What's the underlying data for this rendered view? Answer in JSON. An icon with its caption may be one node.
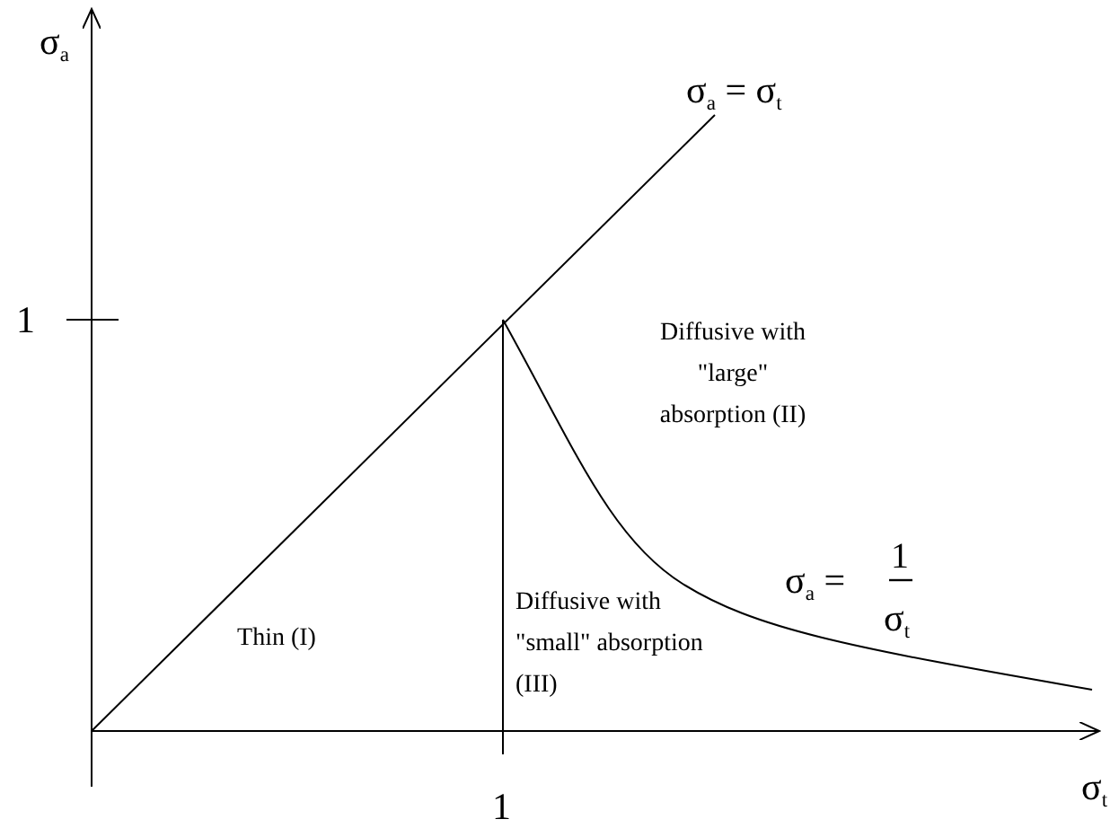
{
  "diagram": {
    "labels": [
      "σ$_{a}$",
      "σ$_{a}$ =  σ$_{t}$",
      "1",
      "Diffusive with \"large\" absorption (II)",
      "σ$_{a}$ =",
      "1",
      "σ$_{t}$",
      "Thin (I)",
      "Diffusive with \"small\" absorption (III)",
      "1",
      "σ$_{t}$"
    ]
  }
}
